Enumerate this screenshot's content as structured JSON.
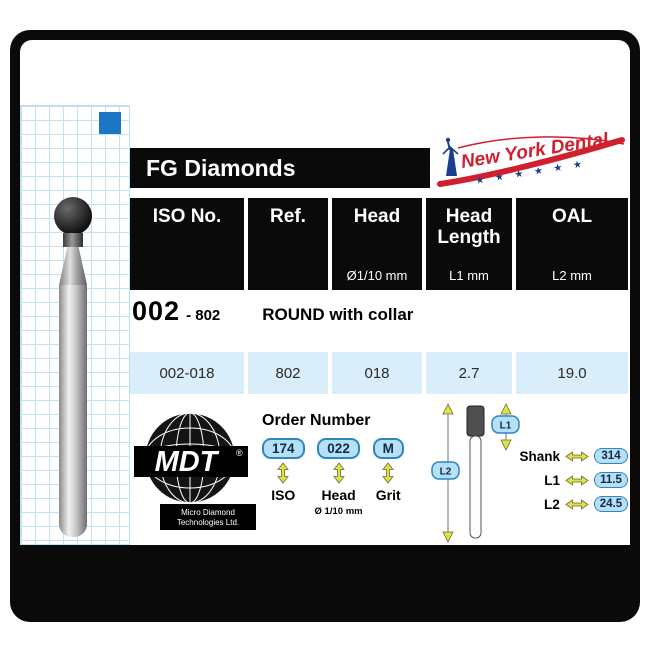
{
  "colors": {
    "accent_blue": "#1b76c5",
    "cell_blue": "#d9edfa",
    "badge_blue": "#b5e0f5",
    "badge_border": "#2e86c1",
    "arrow_yellow": "#dde24a",
    "logo_red": "#cf2030",
    "logo_navy": "#1b3f8f",
    "band_black": "#0a0a0a"
  },
  "header": {
    "title": "FG Diamonds",
    "logo": {
      "name": "New York Dental",
      "stars": "★ ★ ★ ★ ★ ★"
    }
  },
  "table": {
    "columns": [
      {
        "label": "ISO No.",
        "sub": ""
      },
      {
        "label": "Ref.",
        "sub": ""
      },
      {
        "label": "Head",
        "sub": "Ø1/10 mm"
      },
      {
        "label": "Head Length",
        "sub": "L1 mm"
      },
      {
        "label": "OAL",
        "sub": "L2 mm"
      }
    ],
    "product": {
      "code": "002",
      "ref": "- 802",
      "name": "ROUND with collar"
    },
    "row": [
      "002-018",
      "802",
      "018",
      "2.7",
      "19.0"
    ]
  },
  "brand": {
    "mdt": "MDT",
    "mdt_reg": "®",
    "mdt_sub1": "Micro Diamond",
    "mdt_sub2": "Technologies Ltd."
  },
  "order": {
    "title": "Order Number",
    "items": [
      {
        "code": "174",
        "label": "ISO",
        "sub": ""
      },
      {
        "code": "022",
        "label": "Head",
        "sub": "Ø 1/10 mm"
      },
      {
        "code": "M",
        "label": "Grit",
        "sub": ""
      }
    ]
  },
  "dimensions": {
    "l1": "L1",
    "l2": "L2",
    "rows": [
      {
        "label": "Shank",
        "value": "314"
      },
      {
        "label": "L1",
        "value": "11.5"
      },
      {
        "label": "L2",
        "value": "24.5"
      }
    ]
  }
}
